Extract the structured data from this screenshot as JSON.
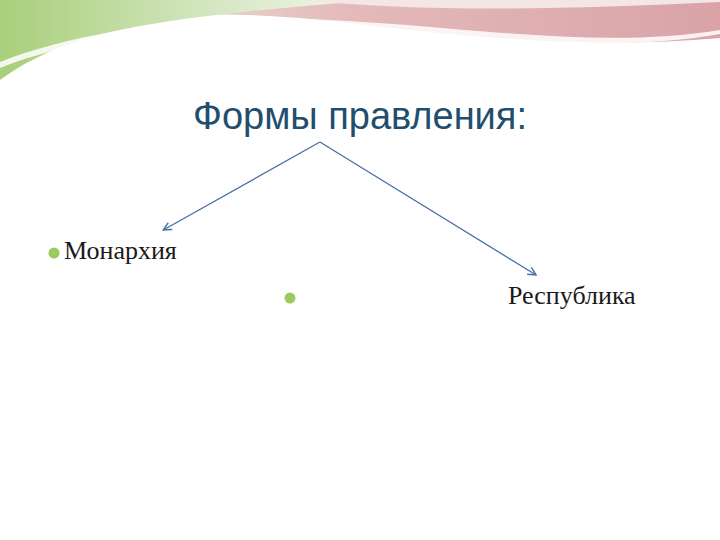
{
  "diagram": {
    "nodes": [
      {
        "text": [
          "Формы правления:"
        ]
      },
      {
        "text": [
          "Монархия"
        ]
      },
      {
        "text": [
          "Республика"
        ]
      }
    ],
    "edges": [
      {
        "from": 0,
        "to": 1,
        "arrow": "to"
      },
      {
        "from": 0,
        "to": 2,
        "arrow": "to"
      }
    ]
  }
}
